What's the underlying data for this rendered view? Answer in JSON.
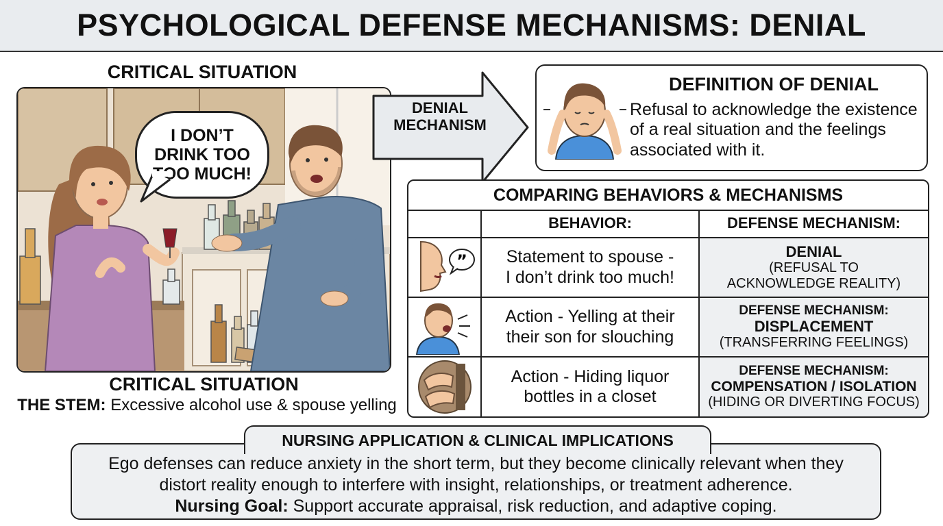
{
  "header": {
    "title": "PSYCHOLOGICAL DEFENSE MECHANISMS: DENIAL"
  },
  "scene": {
    "top_label": "CRITICAL SITUATION",
    "speech_lines": [
      "I DON’T",
      "DRINK TOO",
      "TOO MUCH!"
    ],
    "bottom_label": "CRITICAL SITUATION",
    "stem_label": "THE STEM:",
    "stem_text": " Excessive alcohol use & spouse yelling"
  },
  "arrow": {
    "lines": [
      "DENIAL",
      "MECHANISM"
    ]
  },
  "definition": {
    "title": "DEFINITION OF DENIAL",
    "text": "Refusal to acknowledge the existence of a real situation and the feelings associated with it."
  },
  "comparison": {
    "title": "COMPARING BEHAVIORS & MECHANISMS",
    "col_behavior": "BEHAVIOR:",
    "col_mechanism": "DEFENSE MECHANISM:",
    "rows": [
      {
        "icon": "speaking-face-icon",
        "behavior": [
          "Statement to spouse -",
          "I don’t drink too much!"
        ],
        "mech_top": "",
        "mech_name": "DENIAL",
        "mech_sub": [
          "(REFUSAL TO",
          "ACKNOWLEDGE REALITY)"
        ]
      },
      {
        "icon": "yelling-man-icon",
        "behavior": [
          "Action - Yelling at their",
          "their son for slouching"
        ],
        "mech_top": "DEFENSE MECHANISM:",
        "mech_name": "DISPLACEMENT",
        "mech_sub": [
          "(TRANSFERRING FEELINGS)"
        ]
      },
      {
        "icon": "hiding-hands-icon",
        "behavior": [
          "Action - Hiding liquor",
          "bottles in a closet"
        ],
        "mech_top": "DEFENSE MECHANISM:",
        "mech_name": "COMPENSATION / ISOLATION",
        "mech_sub": [
          "(HIDING OR DIVERTING FOCUS)"
        ]
      }
    ]
  },
  "nursing": {
    "title": "NURSING APPLICATION & CLINICAL IMPLICATIONS",
    "line1": "Ego defenses can reduce anxiety in the short term, but they become clinically relevant when they",
    "line2": "distort reality enough to interfere with insight, relationships, or treatment adherence.",
    "goal_label": "Nursing Goal:",
    "goal_text": " Support accurate appraisal, risk reduction, and adaptive coping."
  },
  "colors": {
    "skin": "#f2c6a0",
    "woman_shirt": "#b488b8",
    "man_shirt": "#6b86a3",
    "cabinet": "#c8aa85",
    "panel_gray": "#eef0f2"
  }
}
